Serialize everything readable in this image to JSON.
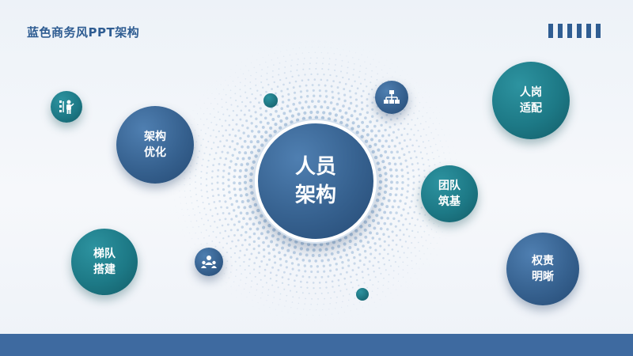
{
  "slide": {
    "title": "蓝色商务风PPT架构",
    "center": {
      "line1": "人员",
      "line2": "架构"
    },
    "nodes": {
      "arch_opt": {
        "line1": "架构",
        "line2": "优化"
      },
      "ladder": {
        "line1": "梯队",
        "line2": "搭建"
      },
      "team": {
        "line1": "团队",
        "line2": "筑基"
      },
      "post": {
        "line1": "人岗",
        "line2": "适配"
      },
      "rights": {
        "line1": "权责",
        "line2": "明晰"
      }
    },
    "icons": [
      "presentation-person-icon",
      "org-chart-icon",
      "team-group-icon"
    ]
  },
  "colors": {
    "primary_blue": "#36618f",
    "teal": "#1d7986",
    "bar_blue": "#3e6aa0"
  }
}
